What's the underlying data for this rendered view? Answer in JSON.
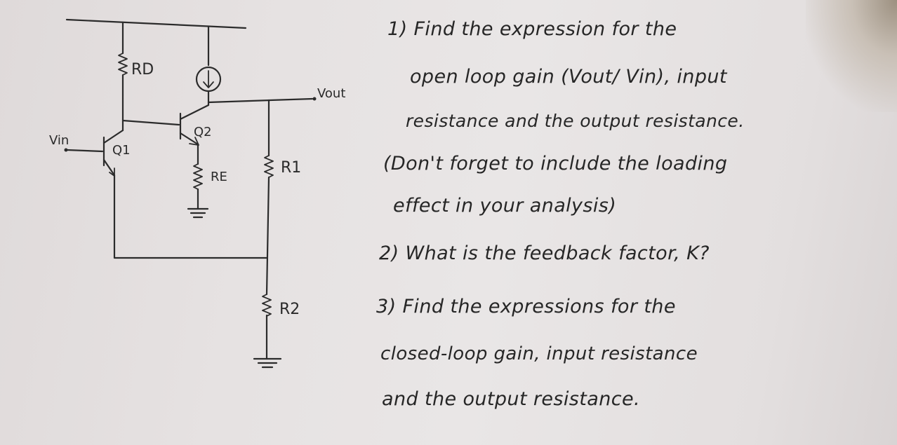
{
  "circuit": {
    "labels": {
      "rd": "RD",
      "q2": "Q2",
      "q1": "Q1",
      "vin": "Vin",
      "re": "RE",
      "r1": "R1",
      "r2": "R2",
      "vout": "Vout"
    }
  },
  "notes": {
    "lines": [
      "1) Find the expression for the",
      "open loop gain (Vout/ Vin), input",
      "resistance and the output resistance.",
      "(Don't forget to include the loading",
      "effect in your analysis)",
      "2) What is the feedback factor, K?",
      "3) Find the expressions for the",
      "closed-loop gain, input resistance",
      "and the output resistance."
    ]
  }
}
